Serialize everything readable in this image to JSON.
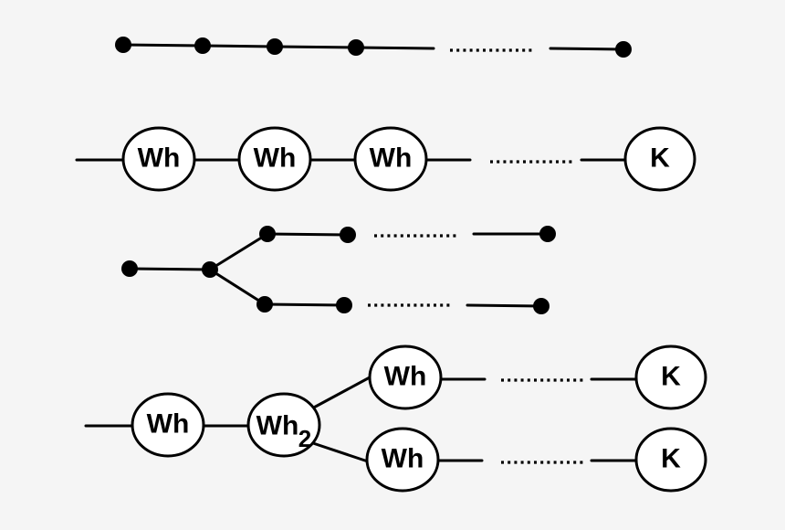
{
  "labels": {
    "wh": "Wh",
    "k": "K",
    "wh2_base": "Wh",
    "wh2_sub": "2"
  },
  "chains": [
    {
      "id": "chain-1",
      "kind": "points",
      "branches": 1
    },
    {
      "id": "chain-2",
      "kind": "labeled",
      "branches": 1
    },
    {
      "id": "chain-3",
      "kind": "points",
      "branches": 2
    },
    {
      "id": "chain-4",
      "kind": "labeled",
      "branches": 2
    }
  ]
}
